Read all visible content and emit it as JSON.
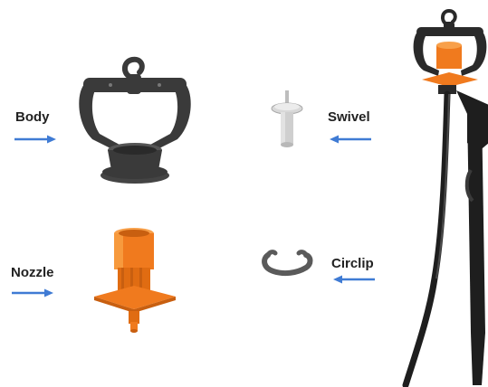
{
  "parts": {
    "body": {
      "label": "Body"
    },
    "swivel": {
      "label": "Swivel"
    },
    "nozzle": {
      "label": "Nozzle"
    },
    "circlip": {
      "label": "Circlip"
    }
  },
  "colors": {
    "label_text": "#222222",
    "arrow": "#3f7bd4",
    "body_plastic": "#3a3a3a",
    "nozzle_orange": "#f07a1e",
    "swivel_grey": "#cfcfcf",
    "stake_black": "#1e1e1e"
  },
  "icons": {
    "arrow": "right-arrow-icon",
    "arrow_left": "left-arrow-icon"
  }
}
